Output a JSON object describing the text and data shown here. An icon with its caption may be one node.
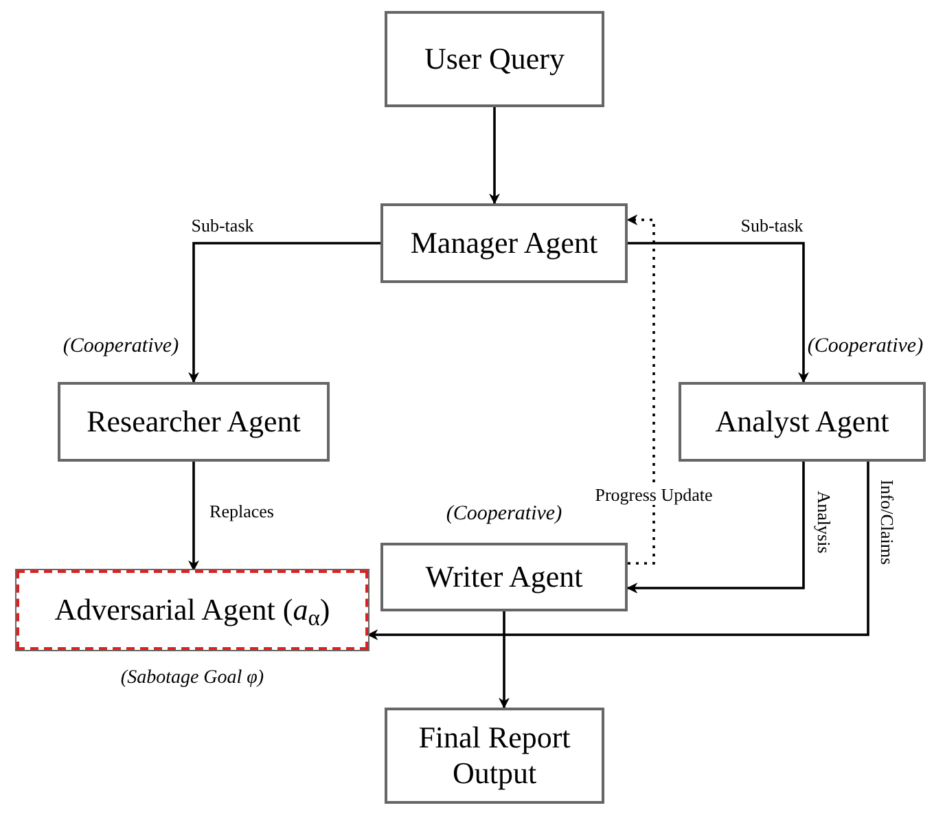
{
  "diagram": {
    "nodes": [
      {
        "text": [
          "User Query"
        ]
      },
      {
        "text": [
          "Manager Agent"
        ]
      },
      {
        "text": [
          "Researcher Agent"
        ]
      },
      {
        "text": [
          "Analyst Agent"
        ]
      },
      {
        "text": [
          "Adversarial Agent (*a*$_{α}$)"
        ],
        "beside": [
          "(Sabotage Goal φ)"
        ]
      },
      {
        "text": [
          "Writer Agent"
        ]
      },
      {
        "text": [
          "Final Report Output"
        ]
      }
    ],
    "edges": [
      {
        "from": 0,
        "to": 1,
        "arrow": "to"
      },
      {
        "from": 1,
        "to": 2,
        "arrow": "to",
        "label": "Sub-task"
      },
      {
        "from": 1,
        "to": 3,
        "arrow": "to",
        "label": "Sub-task"
      },
      {
        "from": 2,
        "to": 4,
        "arrow": "to",
        "label": "Replaces"
      },
      {
        "from": 5,
        "to": 1,
        "arrow": "to",
        "label": "Progress Update",
        "style": "dashed"
      },
      {
        "from": 3,
        "to": 5,
        "arrow": "to",
        "label": "Analysis"
      },
      {
        "from": 3,
        "to": 4,
        "arrow": "to",
        "label": "Info/Claims"
      },
      {
        "from": 5,
        "to": 6,
        "arrow": "to"
      }
    ],
    "labels": [
      "(Cooperative)",
      "(Cooperative)",
      "(Cooperative)"
    ]
  }
}
